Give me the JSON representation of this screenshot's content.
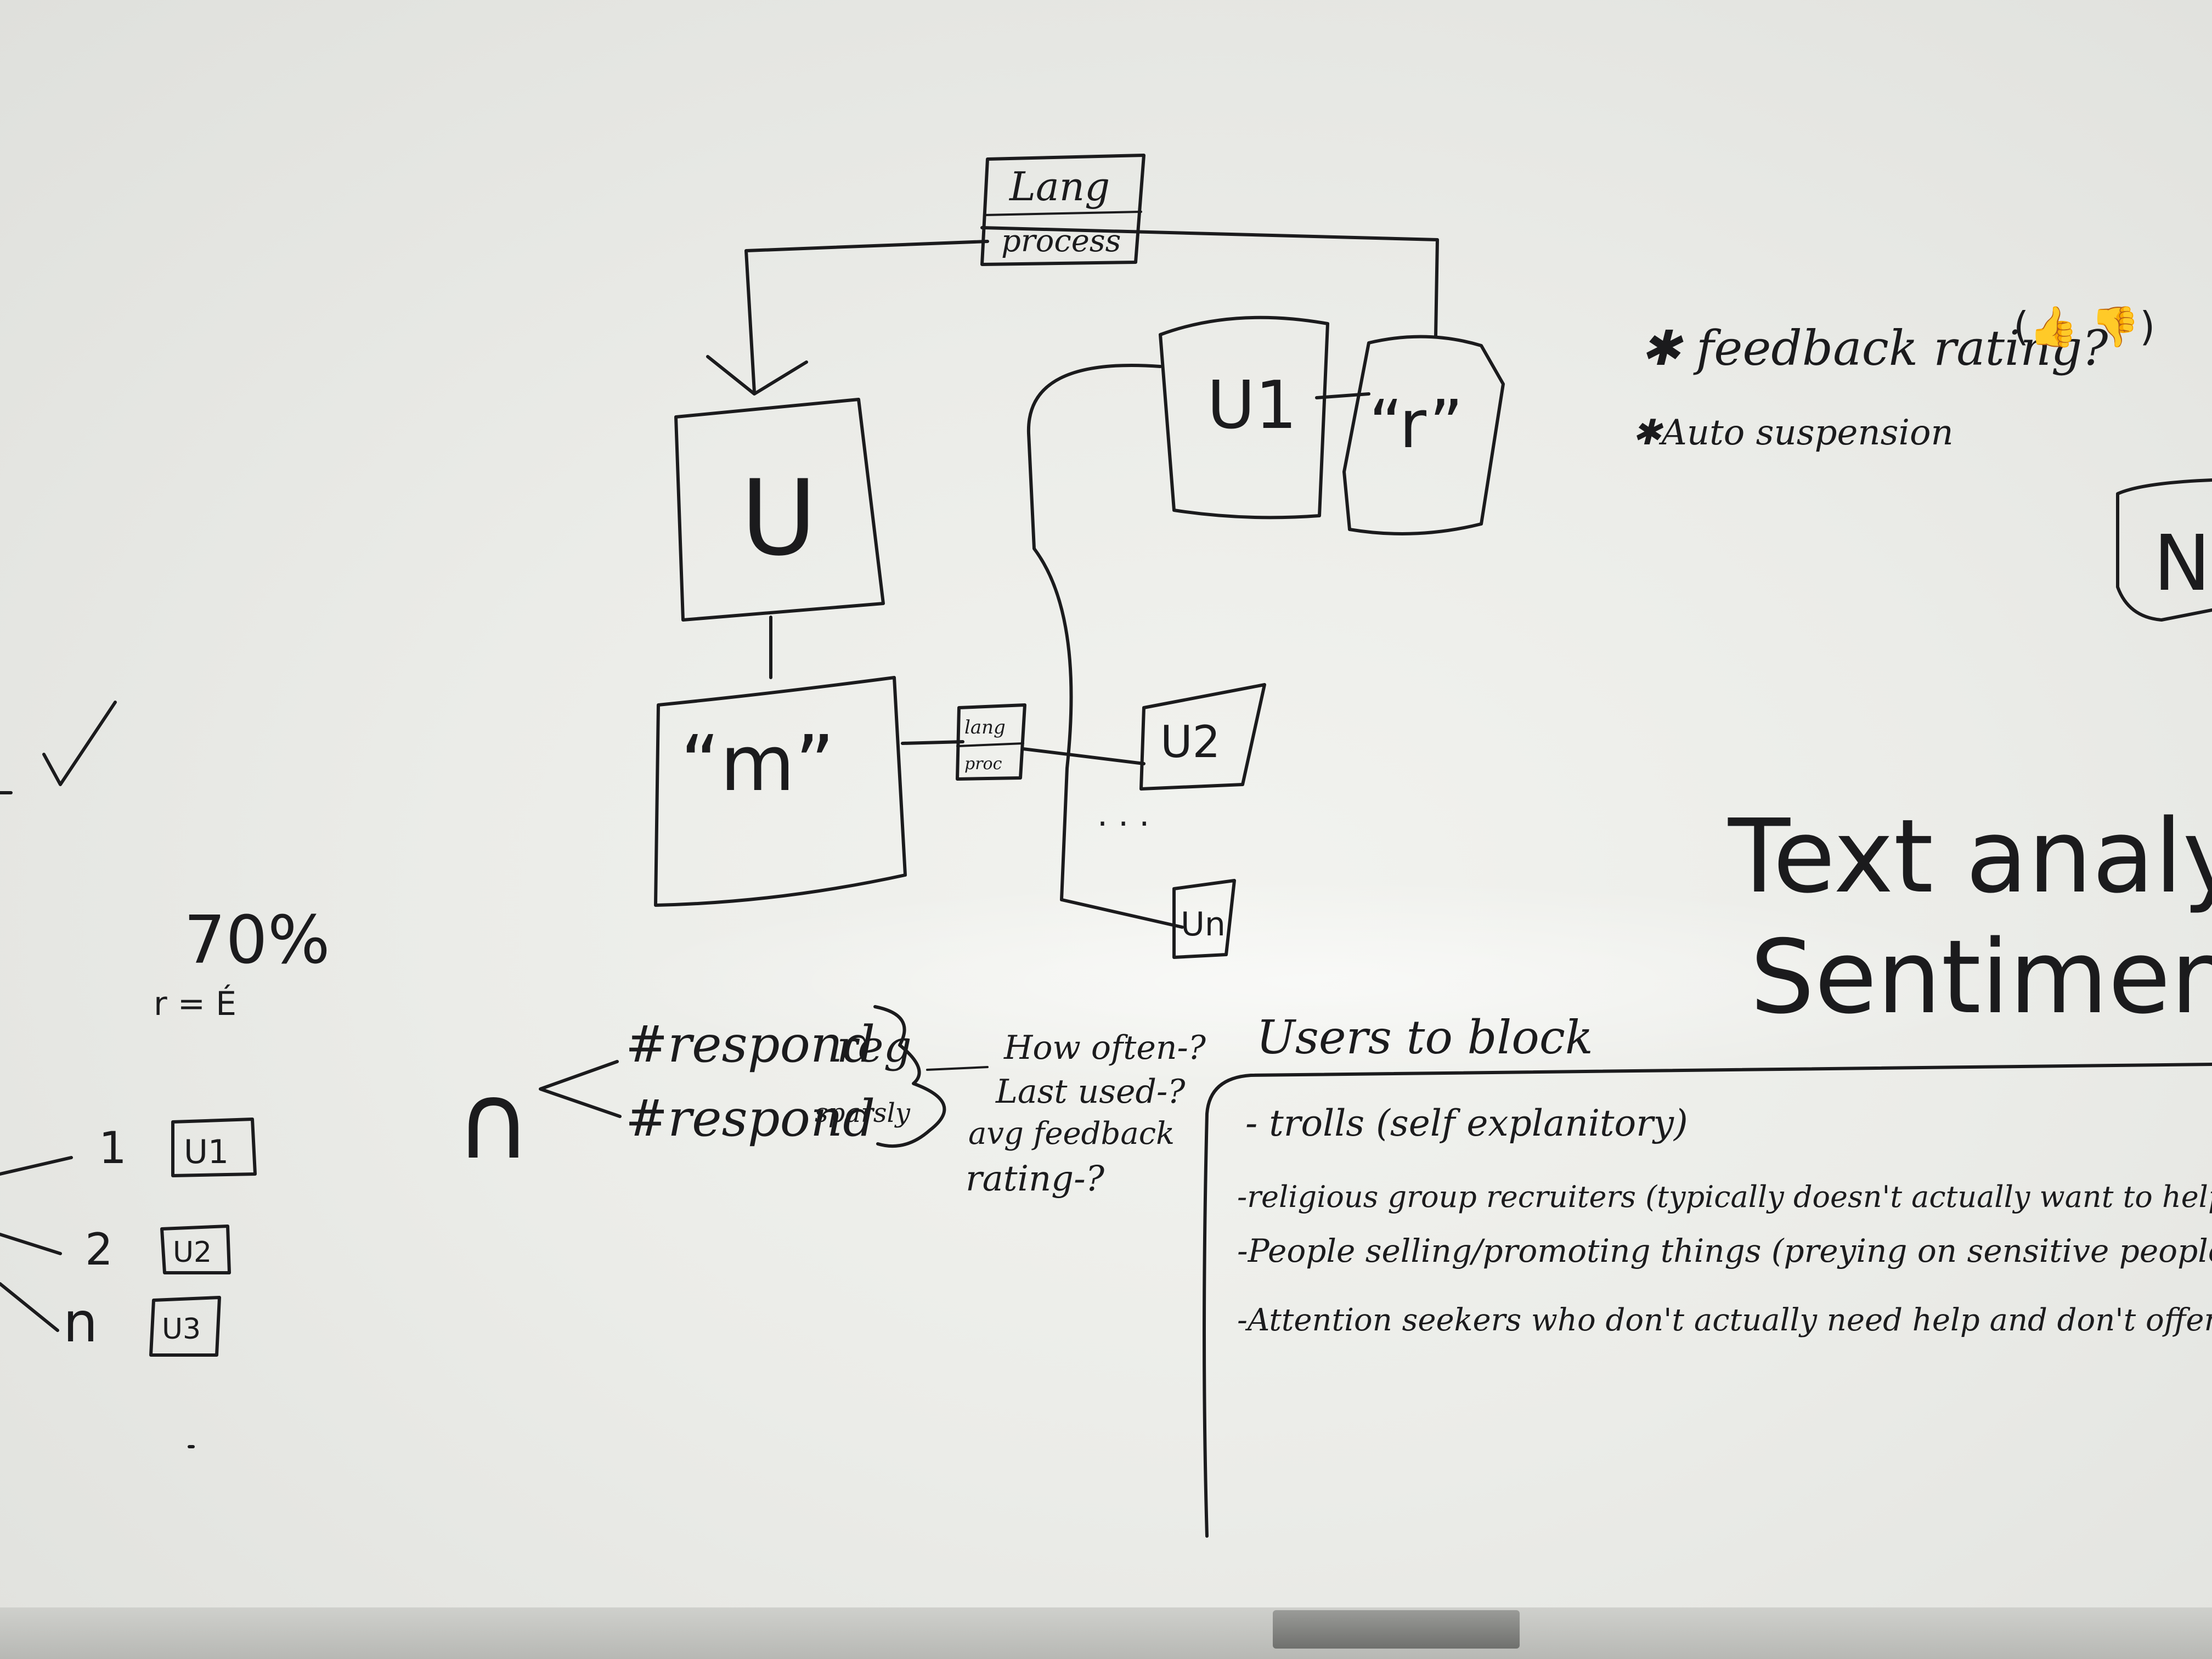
{
  "diagram": {
    "lang_process_top": {
      "line1": "Lang",
      "line2": "process"
    },
    "node_u": "U",
    "node_m": "“m”",
    "lang_process_small": {
      "line1": "lang",
      "line2": "proc"
    },
    "node_u1": "U1",
    "node_r": "“r”",
    "node_u2": "U2",
    "ellipsis": ". . .",
    "node_un": "Un"
  },
  "left_notes": {
    "checkmark": "✓",
    "percent": "70%",
    "r_eq": "r = É",
    "rows": [
      {
        "num": "1",
        "label": "U1"
      },
      {
        "num": "2",
        "label": "U2"
      },
      {
        "num": "n",
        "label": "U3"
      }
    ]
  },
  "branch": {
    "symbol": "∩",
    "item1_main": "#respond",
    "item1_tail": "reg",
    "item2_main": "#respond",
    "item2_tail": "sparsly",
    "questions": [
      "How often-?",
      "Last used-?",
      "avg feedback",
      "rating-?"
    ]
  },
  "features": {
    "item1": "✱ feedback rating?",
    "item1_icons": "(👍 👎)",
    "item2": "✱Auto suspension",
    "partial_box": "N"
  },
  "text_analysis": {
    "line1": "Text analys",
    "line2": "Sentiment a"
  },
  "block_list": {
    "title": "Users to block",
    "items": [
      "- trolls (self explanitory)",
      "-religious group recruiters (typically doesn't actually want to help, but prey on",
      "-People selling/promoting things (preying on sensitive people)",
      "-Attention seekers who don't actually need help and don't offer help Chard"
    ]
  }
}
